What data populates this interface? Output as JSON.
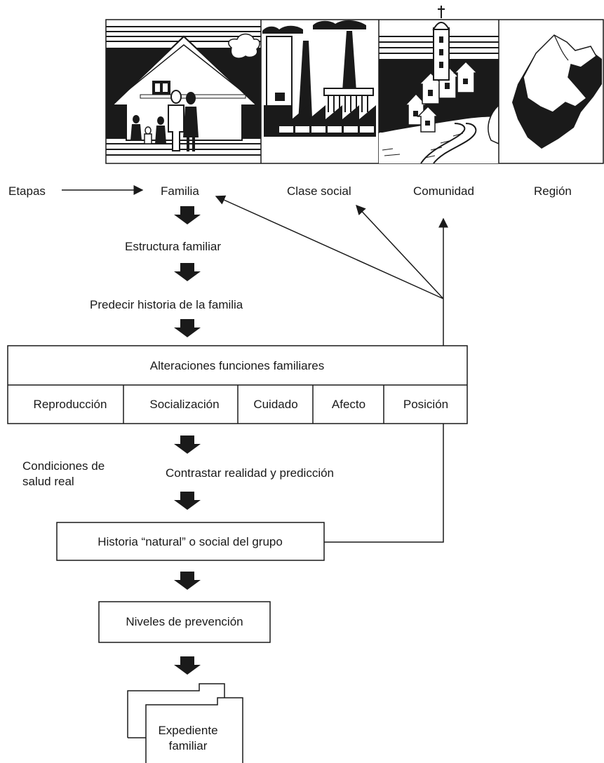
{
  "images": {
    "familia": "family-house-illustration",
    "clase_social": "factory-illustration",
    "comunidad": "village-church-illustration",
    "region": "map-region-illustration"
  },
  "etapas": {
    "label": "Etapas",
    "stages": [
      "Familia",
      "Clase social",
      "Comunidad",
      "Región"
    ]
  },
  "steps": {
    "estructura": "Estructura familiar",
    "predecir": "Predecir historia de la familia",
    "contrastar": "Contrastar realidad y predicción",
    "condiciones_line1": "Condiciones de",
    "condiciones_line2": "salud real"
  },
  "alteraciones": {
    "title": "Alteraciones funciones familiares",
    "functions": [
      "Reproducción",
      "Socialización",
      "Cuidado",
      "Afecto",
      "Posición"
    ]
  },
  "boxes": {
    "historia": "Historia “natural” o social del grupo",
    "niveles": "Niveles de prevención"
  },
  "expediente": {
    "line1": "Expediente",
    "line2": "familiar"
  },
  "colors": {
    "ink": "#1a1a1a",
    "paper": "#ffffff"
  }
}
